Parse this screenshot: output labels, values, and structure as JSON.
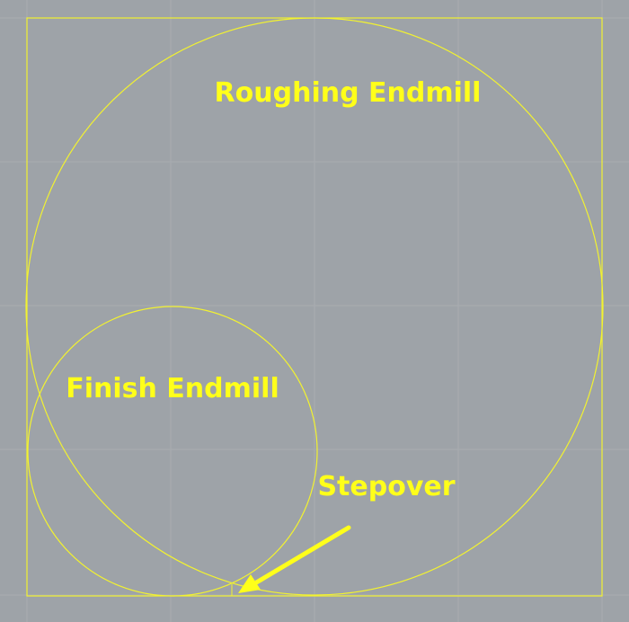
{
  "labels": {
    "roughing": "Roughing Endmill",
    "finish": "Finish Endmill",
    "stepover": "Stepover"
  },
  "colors": {
    "background": "#9ea3a8",
    "grid": "#a9adb1",
    "outline": "#f2f230",
    "text": "#ffff1a"
  }
}
